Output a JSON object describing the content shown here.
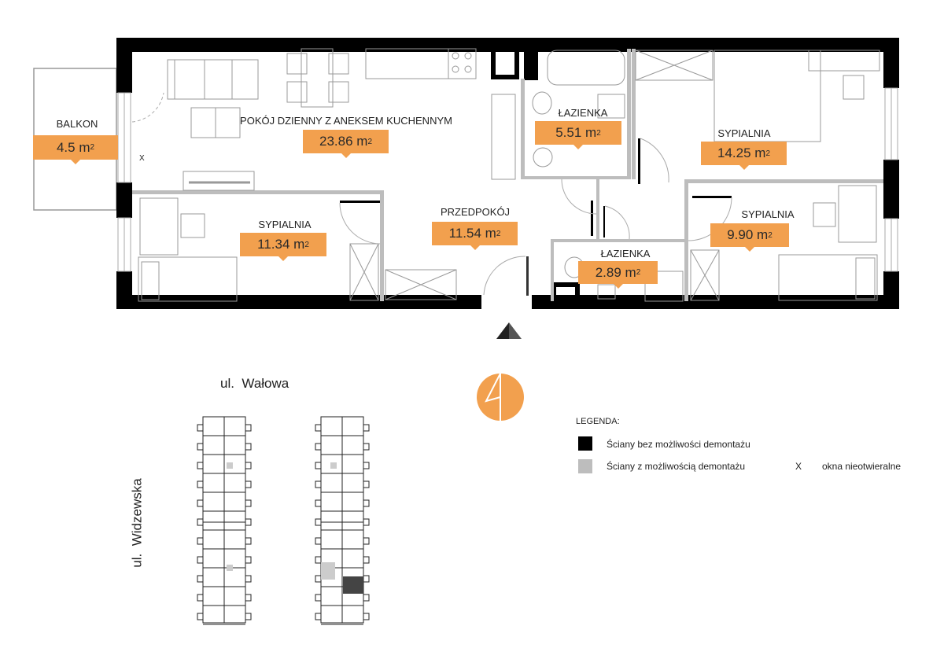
{
  "rooms": [
    {
      "name": "BALKON",
      "area": "4.5",
      "unit": "m"
    },
    {
      "name": "POKÓJ DZIENNY Z ANEKSEM KUCHENNYM",
      "area": "23.86",
      "unit": "m"
    },
    {
      "name": "ŁAZIENKA",
      "area": "5.51",
      "unit": "m"
    },
    {
      "name": "SYPIALNIA",
      "area": "14.25",
      "unit": "m"
    },
    {
      "name": "PRZEDPOKÓJ",
      "area": "11.54",
      "unit": "m"
    },
    {
      "name": "SYPIALNIA",
      "area": "11.34",
      "unit": "m"
    },
    {
      "name": "SYPIALNIA",
      "area": "9.90",
      "unit": "m"
    },
    {
      "name": "ŁAZIENKA",
      "area": "2.89",
      "unit": "m"
    }
  ],
  "area_exponent": "2",
  "fixed_window_mark": "X",
  "streets": {
    "north": "ul.  Wałowa",
    "west": "ul.  Widzewska"
  },
  "legend": {
    "title": "LEGENDA:",
    "items": [
      {
        "label": "Ściany bez możliwości demontażu",
        "color": "#000000"
      },
      {
        "label": "Ściany z możliwością demontażu",
        "color": "#bdbdbd"
      }
    ],
    "x_mark": "X",
    "x_label": "okna nieotwieralne"
  },
  "colors": {
    "accent": "#f2a04e",
    "wall": "#000000",
    "partition": "#bdbdbd"
  }
}
